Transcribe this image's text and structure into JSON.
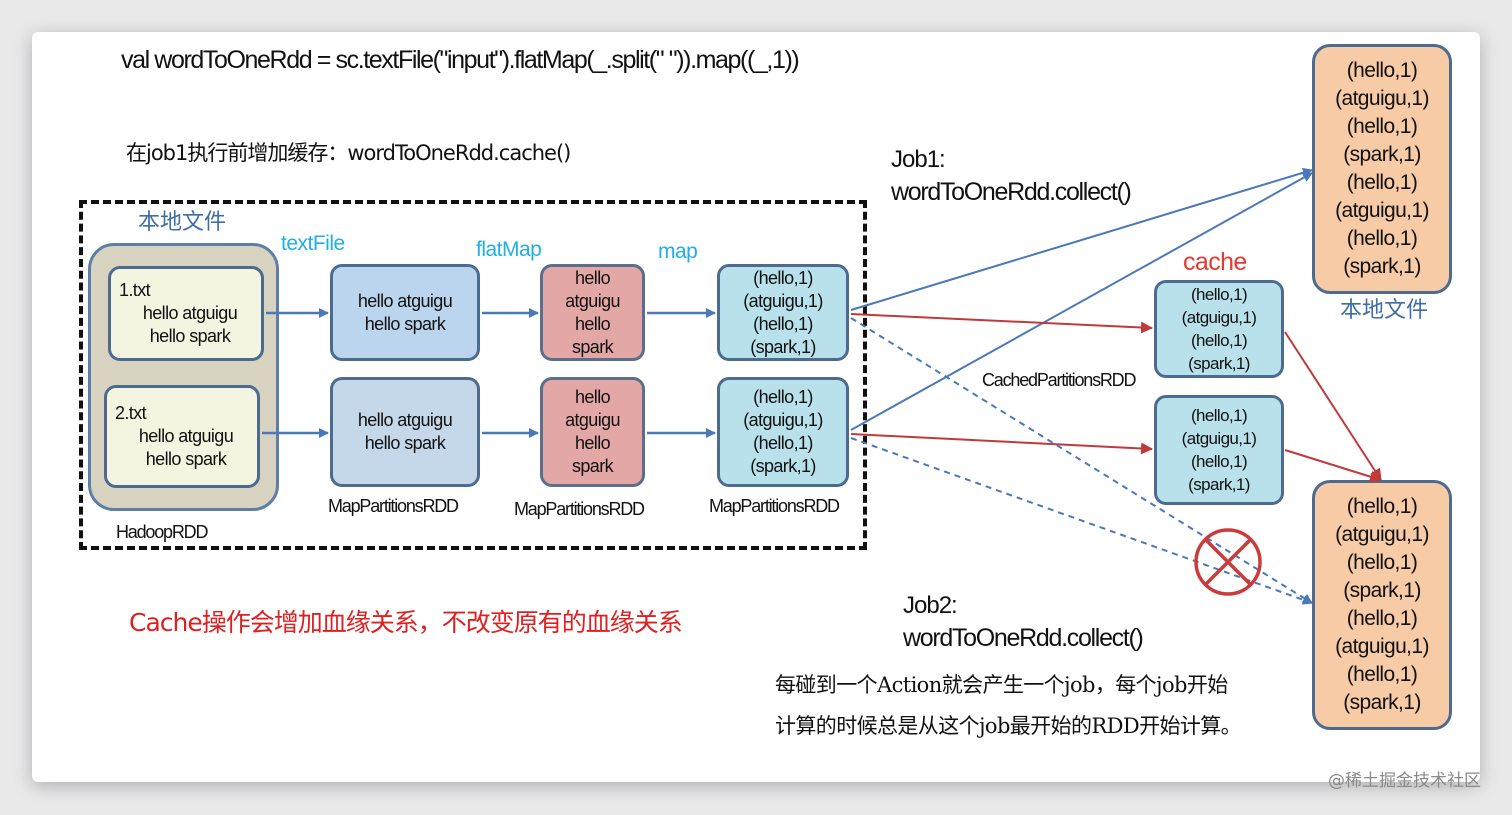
{
  "code_line": "val wordToOneRdd = sc.textFile(\"input\").flatMap(_.split(\" \")).map((_,1))",
  "cache_note": "在job1执行前增加缓存：wordToOneRdd.cache()",
  "local_file_label_left": "本地文件",
  "local_file_label_right": "本地文件",
  "op_labels": {
    "textFile": "textFile",
    "flatMap": "flatMap",
    "map": "map",
    "cache": "cache"
  },
  "rdd_labels": {
    "hadoop": "HadoopRDD",
    "map_partitions_1": "MapPartitionsRDD",
    "map_partitions_2": "MapPartitionsRDD",
    "map_partitions_3": "MapPartitionsRDD",
    "cached_partitions": "CachedPartitionsRDD"
  },
  "files": [
    {
      "name": "1.txt",
      "lines": [
        "hello atguigu",
        "hello spark"
      ]
    },
    {
      "name": "2.txt",
      "lines": [
        "hello atguigu",
        "hello spark"
      ]
    }
  ],
  "textfile_boxes": [
    [
      "hello atguigu",
      "hello spark"
    ],
    [
      "hello atguigu",
      "hello spark"
    ]
  ],
  "flatmap_boxes": [
    [
      "hello",
      "atguigu",
      "hello",
      "spark"
    ],
    [
      "hello",
      "atguigu",
      "hello",
      "spark"
    ]
  ],
  "map_boxes": [
    [
      "(hello,1)",
      "(atguigu,1)",
      "(hello,1)",
      "(spark,1)"
    ],
    [
      "(hello,1)",
      "(atguigu,1)",
      "(hello,1)",
      "(spark,1)"
    ]
  ],
  "cache_boxes": [
    [
      "(hello,1)",
      "(atguigu,1)",
      "(hello,1)",
      "(spark,1)"
    ],
    [
      "(hello,1)",
      "(atguigu,1)",
      "(hello,1)",
      "(spark,1)"
    ]
  ],
  "output_top": [
    "(hello,1)",
    "(atguigu,1)",
    "(hello,1)",
    "(spark,1)",
    "(hello,1)",
    "(atguigu,1)",
    "(hello,1)",
    "(spark,1)"
  ],
  "output_bottom": [
    "(hello,1)",
    "(atguigu,1)",
    "(hello,1)",
    "(spark,1)",
    "(hello,1)",
    "(atguigu,1)",
    "(hello,1)",
    "(spark,1)"
  ],
  "job1": {
    "title": "Job1:",
    "call": "wordToOneRdd.collect()"
  },
  "job2": {
    "title": "Job2:",
    "call": "wordToOneRdd.collect()"
  },
  "red_note": "Cache操作会增加血缘关系，不改变原有的血缘关系",
  "action_note_line1": "每碰到一个Action就会产生一个job，每个job开始",
  "action_note_line2": "计算的时候总是从这个job最开始的RDD开始计算。",
  "watermark": "@稀土掘金技术社区",
  "colors": {
    "blue_arrow": "#4a78b8",
    "red_arrow": "#c0393b",
    "op_label": "#22aee6",
    "red_text": "#e02020",
    "cache_label": "#e53a2f"
  },
  "icons": {
    "forbidden": "circle-x-icon"
  }
}
